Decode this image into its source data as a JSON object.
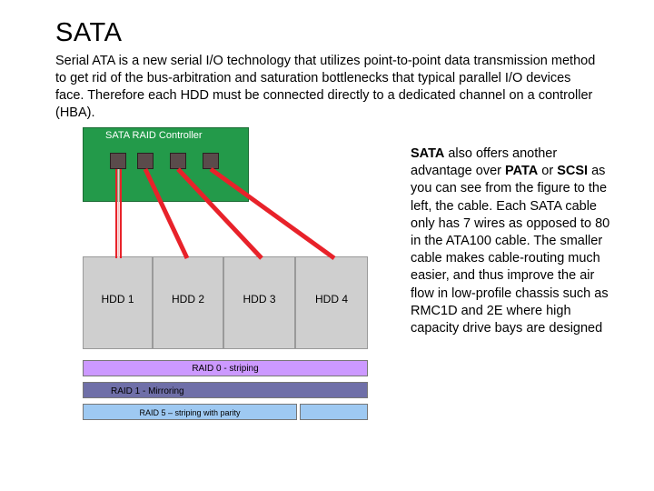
{
  "slide": {
    "title": "SATA",
    "intro": "Serial ATA is a new serial I/O technology that utilizes point-to-point data transmission method to get rid of the bus-arbitration and saturation bottlenecks that typical parallel I/O devices face.  Therefore each HDD must be connected directly to a dedicated channel on a controller (HBA)."
  },
  "diagram": {
    "controller_label": "SATA RAID Controller",
    "hdds": [
      "HDD 1",
      "HDD 2",
      "HDD 3",
      "HDD 4"
    ],
    "raid0": "RAID 0 - striping",
    "raid1": "RAID 1 - Mirroring",
    "raid5": "RAID 5 – striping with parity"
  },
  "sidebar": {
    "p1": "SATA",
    "p2": " also offers another advantage over ",
    "p3": "PATA",
    "p4": " or ",
    "p5": "SCSI",
    "p6": " as you can see from the figure to the left, the cable.  Each SATA cable only has 7 wires as opposed to 80 in the ATA100 cable.  The smaller cable makes cable-routing much easier, and thus improve the air flow in low-profile chassis such as RMC1D and 2E where high capacity drive bays are designed"
  },
  "colors": {
    "controller": "#239a4a",
    "wire": "#e8222a",
    "hdd": "#cfcfcf",
    "raid0": "#cc99ff",
    "raid1": "#6f6fa8",
    "raid5": "#9ec9f2"
  }
}
